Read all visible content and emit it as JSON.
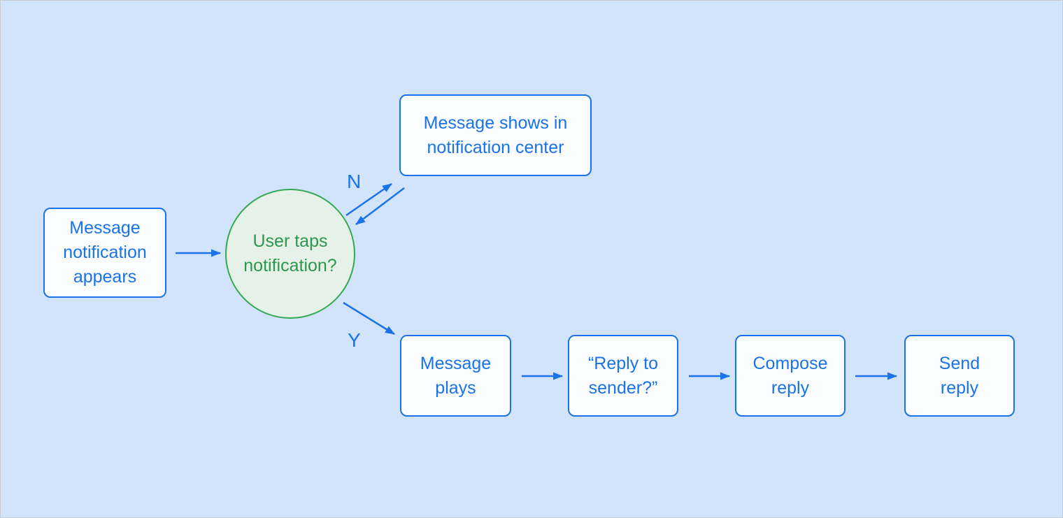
{
  "diagram": {
    "type": "flowchart",
    "colors": {
      "background": "#d2e3fc",
      "process_fill": "#fafcfe",
      "process_border": "#1a73e8",
      "process_text": "#1a73e8",
      "decision_fill": "#e6f2e8",
      "decision_border": "#34a853",
      "decision_text": "#2e964d",
      "arrow": "#1a73e8"
    },
    "nodes": {
      "start": {
        "shape": "rounded-rect",
        "label": "Message\nnotification\nappears"
      },
      "decision": {
        "shape": "circle",
        "label": "User taps\nnotification?"
      },
      "no_outcome": {
        "shape": "rounded-rect",
        "label": "Message shows in\nnotification center"
      },
      "message_plays": {
        "shape": "rounded-rect",
        "label": "Message\nplays"
      },
      "reply_to_sender": {
        "shape": "rounded-rect",
        "label": "“Reply to\nsender?”"
      },
      "compose_reply": {
        "shape": "rounded-rect",
        "label": "Compose\nreply"
      },
      "send_reply": {
        "shape": "rounded-rect",
        "label": "Send\nreply"
      }
    },
    "edges": [
      {
        "from": "start",
        "to": "decision",
        "label": ""
      },
      {
        "from": "decision",
        "to": "no_outcome",
        "label": "N"
      },
      {
        "from": "no_outcome",
        "to": "decision",
        "label": ""
      },
      {
        "from": "decision",
        "to": "message_plays",
        "label": "Y"
      },
      {
        "from": "message_plays",
        "to": "reply_to_sender",
        "label": ""
      },
      {
        "from": "reply_to_sender",
        "to": "compose_reply",
        "label": ""
      },
      {
        "from": "compose_reply",
        "to": "send_reply",
        "label": ""
      }
    ]
  }
}
